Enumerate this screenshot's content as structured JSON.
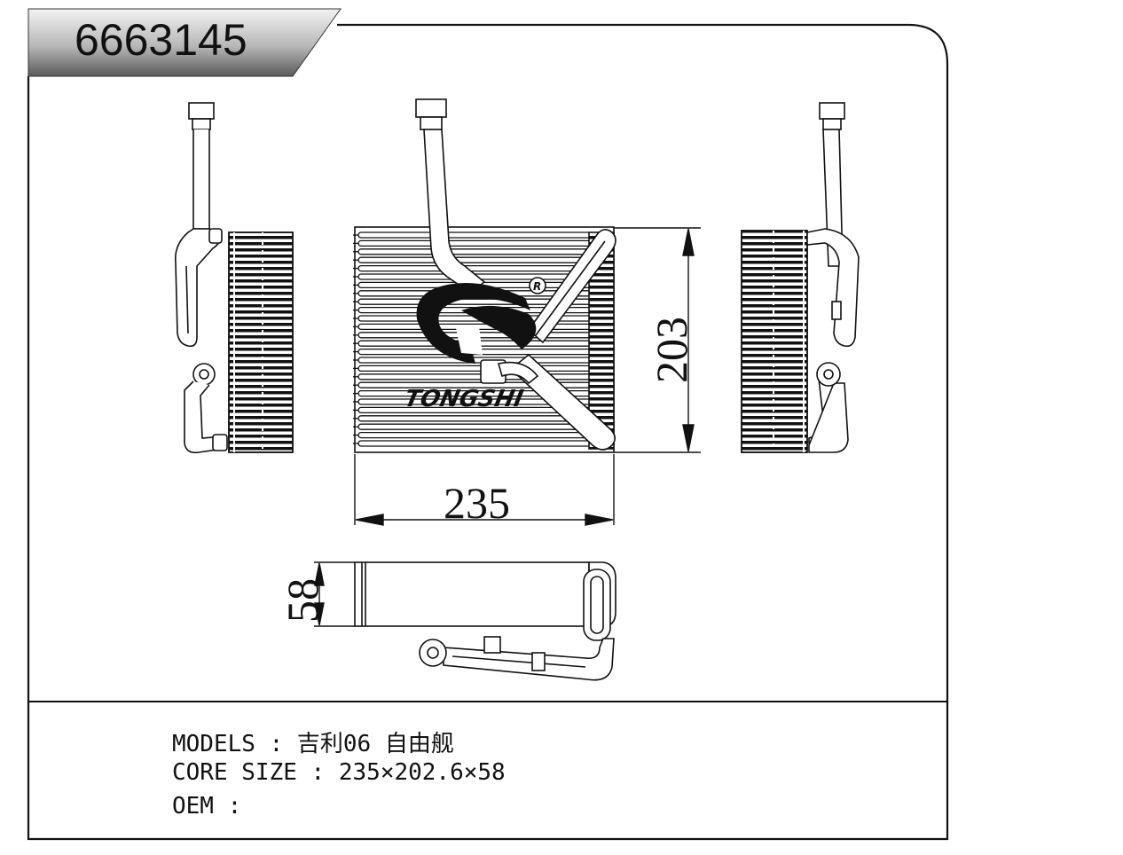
{
  "header": {
    "part_number": "6663145"
  },
  "specs": {
    "models_label": "MODELS",
    "models_value": "吉利06 自由舰",
    "core_size_label": "CORE SIZE",
    "core_size_value": "235×202.6×58",
    "oem_label": "OEM",
    "oem_value": "",
    "separator": ":"
  },
  "dimensions": {
    "width": "235",
    "height": "203",
    "depth": "58"
  },
  "logo": {
    "brand": "TONGSHI"
  }
}
